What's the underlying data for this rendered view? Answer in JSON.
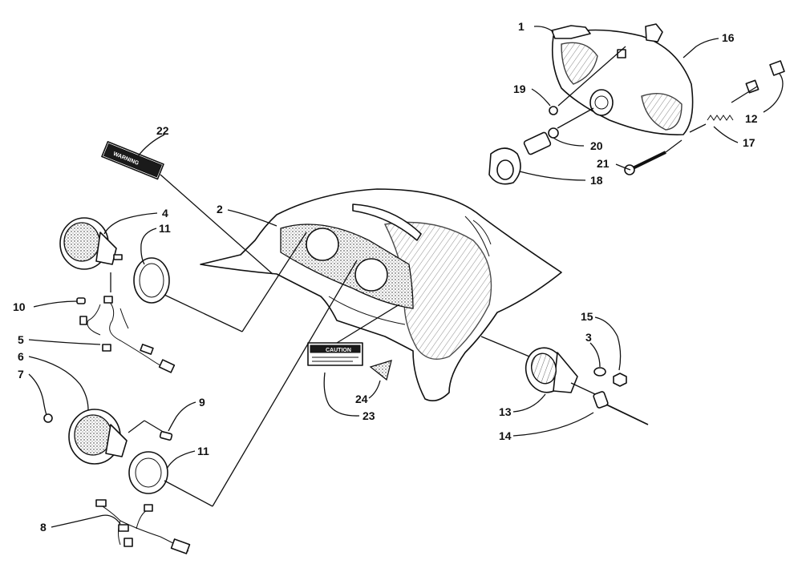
{
  "diagram": {
    "callouts": {
      "c1": "1",
      "c2": "2",
      "c3": "3",
      "c4": "4",
      "c5": "5",
      "c6": "6",
      "c7": "7",
      "c8": "8",
      "c9": "9",
      "c10": "10",
      "c11a": "11",
      "c11b": "11",
      "c12": "12",
      "c13": "13",
      "c14": "14",
      "c15": "15",
      "c16": "16",
      "c17": "17",
      "c18": "18",
      "c19": "19",
      "c20": "20",
      "c21": "21",
      "c22": "22",
      "c23": "23",
      "c24": "24"
    },
    "decals": {
      "caution": "CAUTION",
      "warning": "WARNING"
    }
  }
}
